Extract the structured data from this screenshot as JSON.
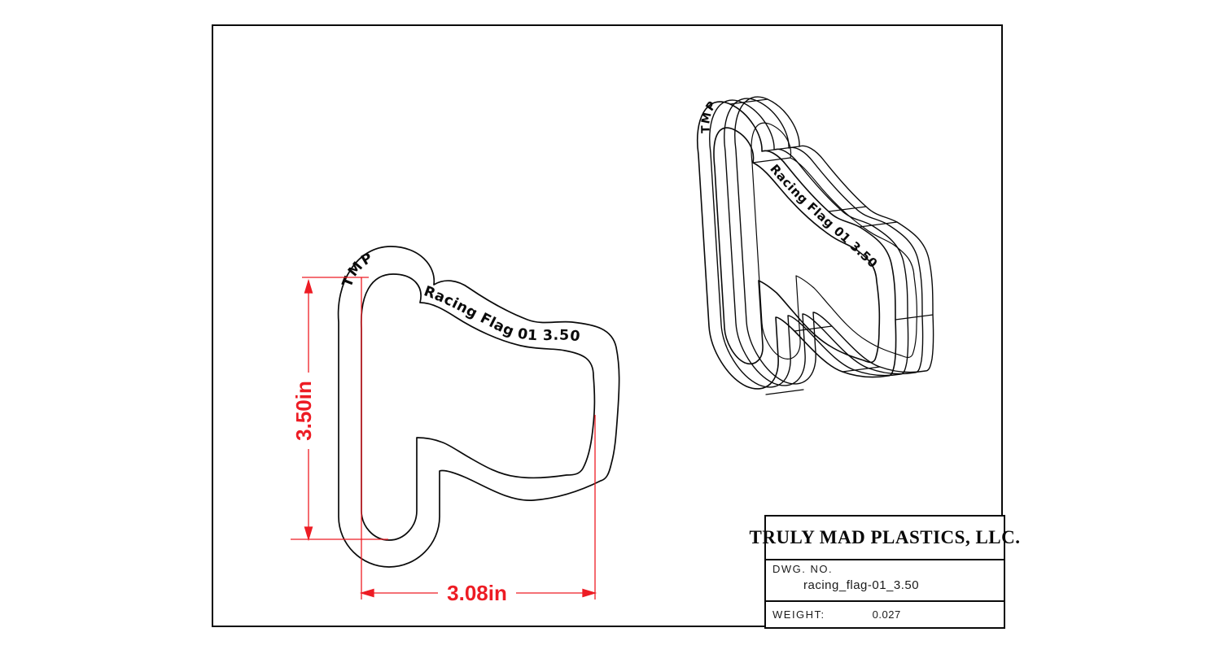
{
  "drawing": {
    "front_view": {
      "brand_text": "TMP",
      "curve_text": "Racing Flag 01  3.50"
    },
    "iso_view": {
      "brand_text": "TMP",
      "curve_text": "Racing Flag 01  3.50"
    },
    "dimensions": {
      "height_label": "3.50in",
      "width_label": "3.08in"
    },
    "colors": {
      "line": "#0a0a0a",
      "dimension_red": "#ed1c24"
    }
  },
  "title_block": {
    "company": "TRULY MAD PLASTICS, LLC.",
    "dwg_label": "DWG. NO.",
    "dwg_number": "racing_flag-01_3.50",
    "weight_label": "WEIGHT:",
    "weight_value": "0.027"
  }
}
